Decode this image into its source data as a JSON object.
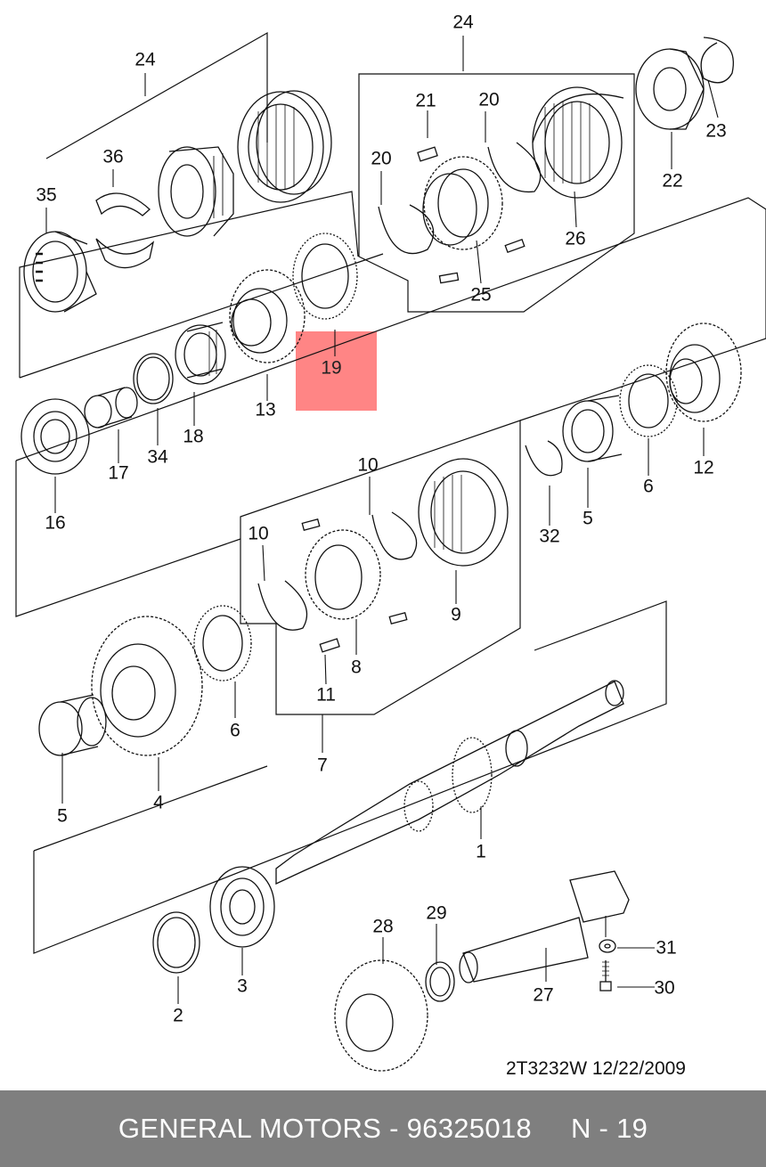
{
  "diagram": {
    "highlighted_part": "19",
    "drawing_code": "2T3232W  12/22/2009",
    "callouts": [
      {
        "id": "24a",
        "text": "24"
      },
      {
        "id": "36",
        "text": "36"
      },
      {
        "id": "35",
        "text": "35"
      },
      {
        "id": "24b",
        "text": "24"
      },
      {
        "id": "21",
        "text": "21"
      },
      {
        "id": "20a",
        "text": "20"
      },
      {
        "id": "20b",
        "text": "20"
      },
      {
        "id": "23",
        "text": "23"
      },
      {
        "id": "22",
        "text": "22"
      },
      {
        "id": "26",
        "text": "26"
      },
      {
        "id": "25",
        "text": "25"
      },
      {
        "id": "19",
        "text": "19"
      },
      {
        "id": "13",
        "text": "13"
      },
      {
        "id": "18",
        "text": "18"
      },
      {
        "id": "34",
        "text": "34"
      },
      {
        "id": "17",
        "text": "17"
      },
      {
        "id": "16",
        "text": "16"
      },
      {
        "id": "12",
        "text": "12"
      },
      {
        "id": "6a",
        "text": "6"
      },
      {
        "id": "5a",
        "text": "5"
      },
      {
        "id": "32",
        "text": "32"
      },
      {
        "id": "10a",
        "text": "10"
      },
      {
        "id": "10b",
        "text": "10"
      },
      {
        "id": "9",
        "text": "9"
      },
      {
        "id": "8",
        "text": "8"
      },
      {
        "id": "11",
        "text": "11"
      },
      {
        "id": "7",
        "text": "7"
      },
      {
        "id": "6b",
        "text": "6"
      },
      {
        "id": "4",
        "text": "4"
      },
      {
        "id": "5b",
        "text": "5"
      },
      {
        "id": "1",
        "text": "1"
      },
      {
        "id": "2",
        "text": "2"
      },
      {
        "id": "3",
        "text": "3"
      },
      {
        "id": "28",
        "text": "28"
      },
      {
        "id": "29",
        "text": "29"
      },
      {
        "id": "31",
        "text": "31"
      },
      {
        "id": "30",
        "text": "30"
      },
      {
        "id": "27",
        "text": "27"
      }
    ]
  },
  "footer": {
    "brand": "GENERAL MOTORS",
    "separator": " - ",
    "part_number": "96325018",
    "page_ref": "N - 19"
  },
  "colors": {
    "highlight": "#ff8585",
    "footer_bg": "#7f7f7f",
    "footer_text": "#ffffff",
    "line": "#111111"
  }
}
